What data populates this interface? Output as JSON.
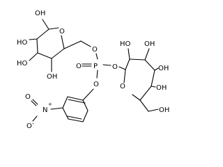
{
  "molecule": {
    "atom_labels": {
      "oh_top": "OH",
      "ho_upper_left": "HO",
      "ho_lower_left": "HO",
      "oh_bottom_left_ring": "OH",
      "o_ring_left": "O",
      "o_linker_left": "O",
      "o_phosphoryl": "O",
      "p_center": "P",
      "o_anomeric_right": "O",
      "o_aryl": "O",
      "o_ring_right": "O",
      "oh_right_top_a": "HO",
      "oh_right_top_b": "OH",
      "oh_right_mid": "OH",
      "oh_right_low": "OH",
      "oh_hydroxymethyl": "OH",
      "o_nitro_top": "O",
      "n_nitro": "N",
      "o_nitro_bottom": "O"
    },
    "charges": {
      "n_plus": "+",
      "o_minus": "-"
    },
    "colors": {
      "bond": "#000000",
      "text": "#000000",
      "background": "#ffffff"
    }
  }
}
